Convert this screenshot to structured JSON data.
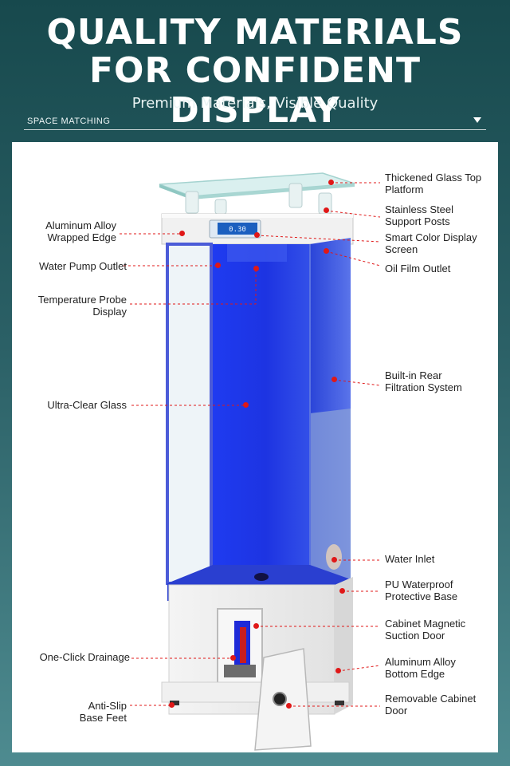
{
  "header": {
    "title_line1": "QUALITY MATERIALS",
    "title_line2": "FOR CONFIDENT DISPLAY",
    "subtitle": "Premium Materials, Visible Quality"
  },
  "nav": {
    "label": "SPACE MATCHING",
    "icon": "chevron-down-icon"
  },
  "display_screen": {
    "reading": "0.30"
  },
  "colors": {
    "accent_red": "#e01818",
    "water_blue": "#1a2fe6",
    "background_teal": "#2b6066"
  },
  "callouts": {
    "glass_top": [
      "Thickened Glass Top",
      "Platform"
    ],
    "support_posts": [
      "Stainless Steel",
      "Support Posts"
    ],
    "aluminum_edge": [
      "Aluminum Alloy",
      "Wrapped Edge"
    ],
    "display_screen": [
      "Smart Color Display",
      "Screen"
    ],
    "pump_outlet": [
      "Water Pump Outlet"
    ],
    "oil_film": [
      "Oil Film Outlet"
    ],
    "temp_probe": [
      "Temperature Probe",
      "Display"
    ],
    "filtration": [
      "Built-in Rear",
      "Filtration System"
    ],
    "ultra_glass": [
      "Ultra-Clear Glass"
    ],
    "water_inlet": [
      "Water Inlet"
    ],
    "pu_base": [
      "PU Waterproof",
      "Protective Base"
    ],
    "magnetic_door": [
      "Cabinet Magnetic",
      "Suction Door"
    ],
    "drainage": [
      "One-Click Drainage"
    ],
    "bottom_edge": [
      "Aluminum Alloy",
      "Bottom Edge"
    ],
    "anti_slip": [
      "Anti-Slip",
      "Base Feet"
    ],
    "removable_door": [
      "Removable Cabinet",
      "Door"
    ]
  }
}
